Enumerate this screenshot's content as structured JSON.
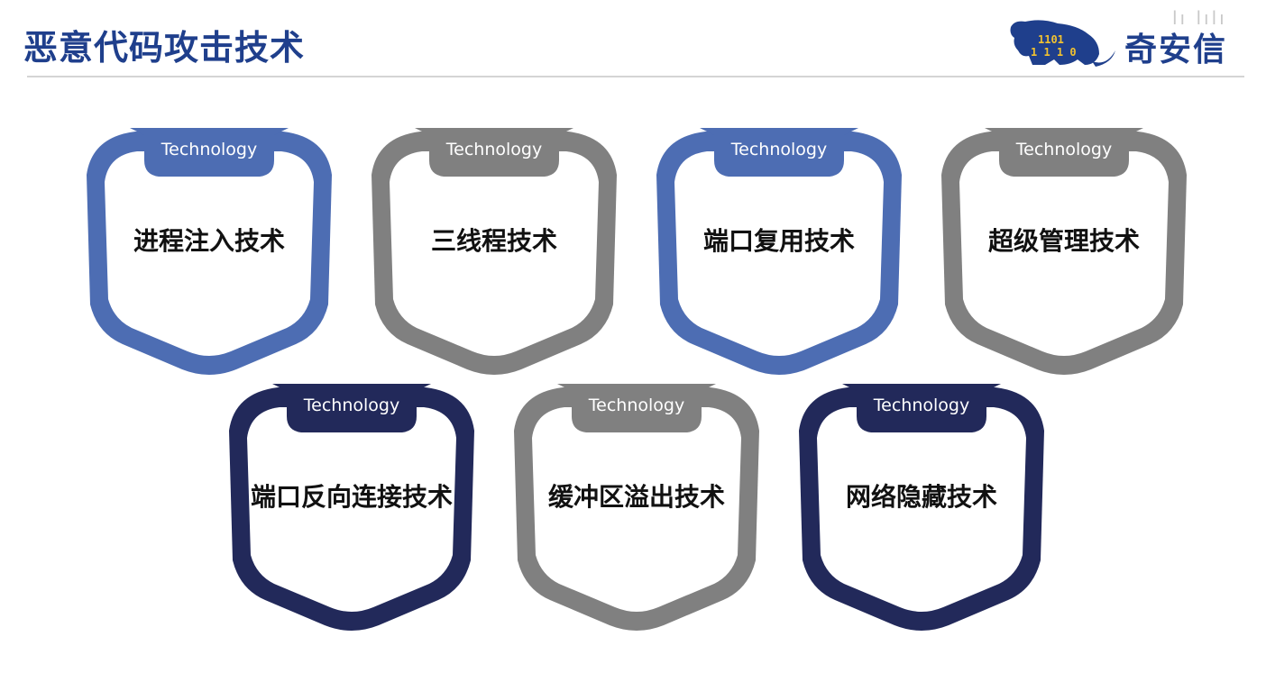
{
  "header": {
    "title": "恶意代码攻击技术",
    "logo_text": "奇安信",
    "watermark": "lı lılı"
  },
  "colors": {
    "blue": "#4d6db3",
    "gray": "#808080",
    "navy": "#22295a",
    "title": "#1f3f8c"
  },
  "cards": [
    {
      "tab": "Technology",
      "label": "进程注入技术",
      "color": "blue"
    },
    {
      "tab": "Technology",
      "label": "三线程技术",
      "color": "gray"
    },
    {
      "tab": "Technology",
      "label": "端口复用技术",
      "color": "blue"
    },
    {
      "tab": "Technology",
      "label": "超级管理技术",
      "color": "gray"
    },
    {
      "tab": "Technology",
      "label": "端口反向连接技术",
      "color": "navy"
    },
    {
      "tab": "Technology",
      "label": "缓冲区溢出技术",
      "color": "gray"
    },
    {
      "tab": "Technology",
      "label": "网络隐藏技术",
      "color": "navy"
    }
  ]
}
